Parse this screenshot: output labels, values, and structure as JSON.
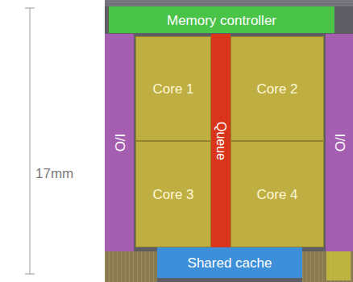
{
  "diagram": {
    "nodes": [
      {
        "text": [
          "Memory controller"
        ]
      },
      {
        "text": [
          "I/O"
        ]
      },
      {
        "text": [
          "Core 1"
        ]
      },
      {
        "text": [
          "Queue"
        ]
      },
      {
        "text": [
          "Core 2"
        ]
      },
      {
        "text": [
          "I/O"
        ]
      },
      {
        "text": [
          "Core 3"
        ]
      },
      {
        "text": [
          "Core 4"
        ]
      },
      {
        "text": [
          "Shared cache"
        ]
      }
    ],
    "labels": [
      "17mm"
    ]
  }
}
